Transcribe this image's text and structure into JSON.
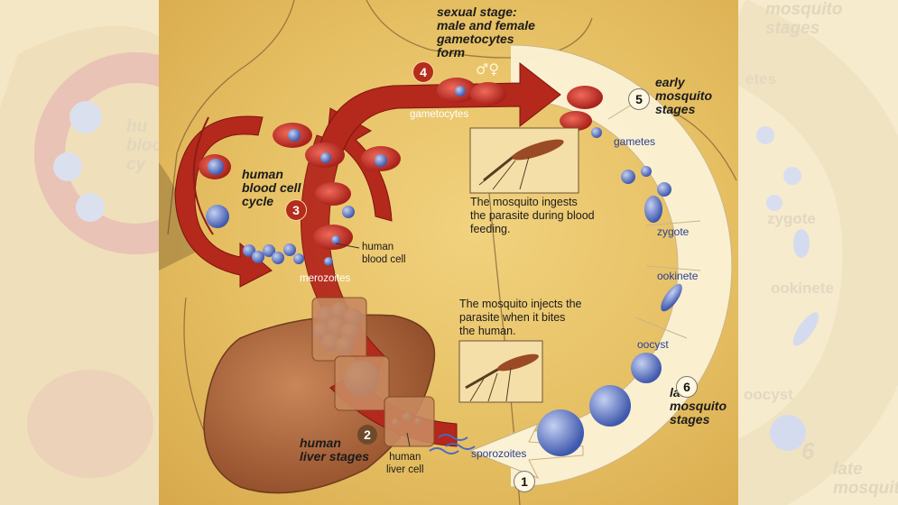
{
  "labels": {
    "sexual_stage": "sexual stage:\nmale and female\ngametocytes\nform",
    "gametocytes": "gametocytes",
    "early_mosquito": "early\nmosquito\nstages",
    "gametes": "gametes",
    "zygote": "zygote",
    "ookinete": "ookinete",
    "oocyst": "oocyst",
    "late_mosquito": "late\nmosquito\nstages",
    "human_blood_cycle": "human\nblood cell\ncycle",
    "merozoites": "merozoites",
    "human_blood_cell": "human\nblood cell",
    "human_liver_stages": "human\nliver stages",
    "human_liver_cell": "human\nliver cell",
    "sporozoites": "sporozoites",
    "ingests_text": "The mosquito ingests\nthe parasite during blood\nfeeding.",
    "injects_text": "The mosquito injects the\nparasite when it bites\nthe human."
  },
  "steps": {
    "s1": "1",
    "s2": "2",
    "s3": "3",
    "s4": "4",
    "s5": "5",
    "s6": "6"
  },
  "ghost": {
    "mosquito_stages": "mosquito\nstages",
    "hum": "hu\nblood\ncy",
    "gametes": "etes",
    "zygote": "zygote",
    "ookinete": "ookinete",
    "oocyst": "oocyst",
    "six": "6",
    "late_mosquito": "late\nmosquito"
  },
  "colors": {
    "arrow_red": "#b5281c",
    "ring_cream": "#fbf1d4",
    "parasite_blue": "#5a74c6",
    "liver_brown": "#b56a3a"
  }
}
